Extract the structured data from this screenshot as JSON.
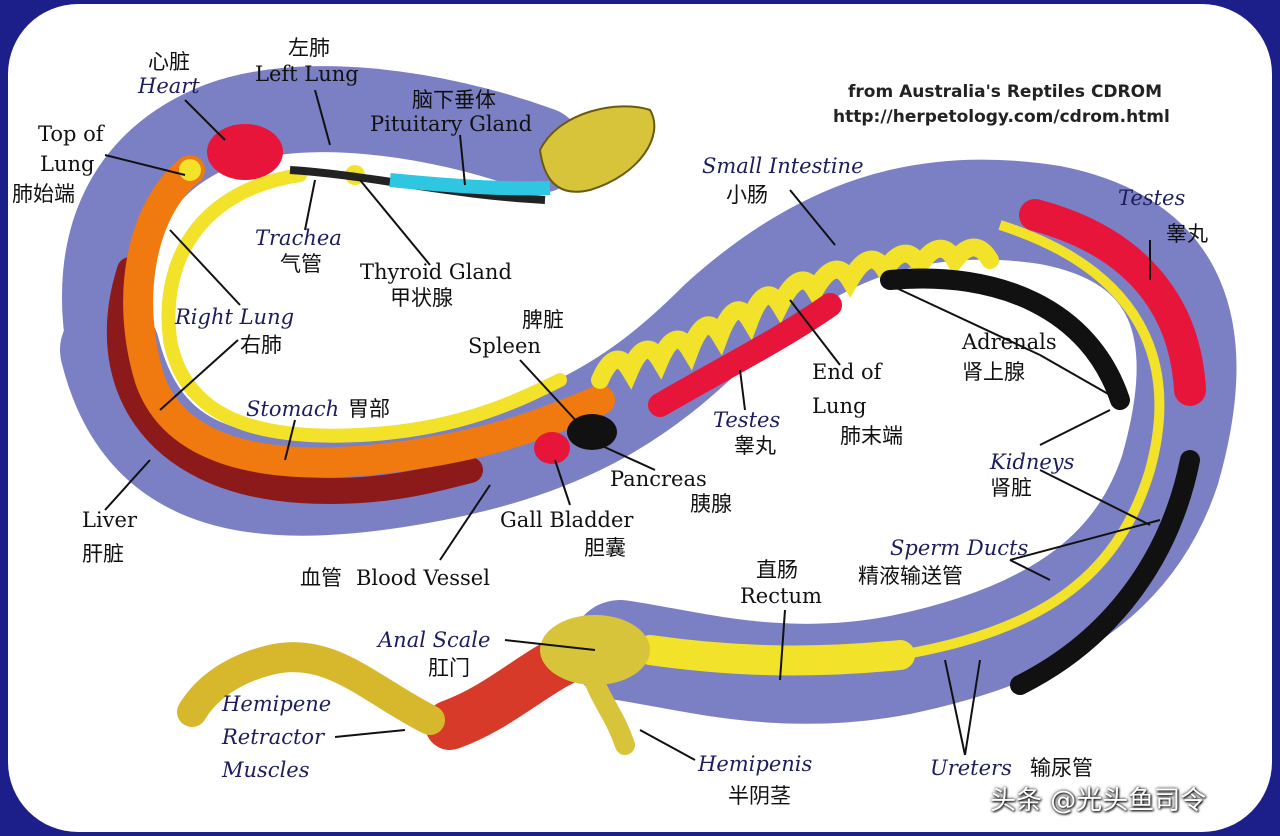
{
  "source": {
    "line1": "from Australia's Reptiles CDROM",
    "line2": "http://herpetology.com/cdrom.html"
  },
  "watermark": "头条 @光头鱼司令",
  "labels": {
    "heart_cn": "心脏",
    "heart_en": "Heart",
    "left_lung_cn": "左肺",
    "left_lung_en": "Left Lung",
    "pituitary_cn": "脑下垂体",
    "pituitary_en": "Pituitary Gland",
    "top_lung_en1": "Top of",
    "top_lung_en2": "Lung",
    "top_lung_cn": "肺始端",
    "trachea_en": "Trachea",
    "trachea_cn": "气管",
    "thyroid_en": "Thyroid Gland",
    "thyroid_cn": "甲状腺",
    "small_int_en": "Small Intestine",
    "small_int_cn": "小肠",
    "testes_top_en": "Testes",
    "testes_top_cn": "睾丸",
    "right_lung_en": "Right Lung",
    "right_lung_cn": "右肺",
    "spleen_cn": "脾脏",
    "spleen_en": "Spleen",
    "adrenals_en": "Adrenals",
    "adrenals_cn": "肾上腺",
    "end_lung_en1": "End of",
    "end_lung_en2": "Lung",
    "end_lung_cn": "肺末端",
    "stomach_en": "Stomach",
    "stomach_cn": "胃部",
    "testes_mid_en": "Testes",
    "testes_mid_cn": "睾丸",
    "kidneys_en": "Kidneys",
    "kidneys_cn": "肾脏",
    "pancreas_en": "Pancreas",
    "pancreas_cn": "胰腺",
    "liver_en": "Liver",
    "liver_cn": "肝脏",
    "gall_en": "Gall Bladder",
    "gall_cn": "胆囊",
    "sperm_en": "Sperm Ducts",
    "sperm_cn": "精液输送管",
    "blood_cn": "血管",
    "blood_en": "Blood Vessel",
    "rectum_cn": "直肠",
    "rectum_en": "Rectum",
    "anal_en": "Anal Scale",
    "anal_cn": "肛门",
    "hemipene_1": "Hemipene",
    "hemipene_2": "Retractor",
    "hemipene_3": "Muscles",
    "hemipenis_en": "Hemipenis",
    "hemipenis_cn": "半阴茎",
    "ureters_en": "Ureters",
    "ureters_cn": "输尿管"
  },
  "colors": {
    "background": "#1c1f8a",
    "body": "#7b7fc4",
    "intestine": "#f2e22a",
    "organ_red": "#e8153a",
    "liver": "#8c1a1a",
    "stomach_orange": "#f07a10",
    "kidney": "#111111",
    "pituitary": "#2ec6e0"
  }
}
